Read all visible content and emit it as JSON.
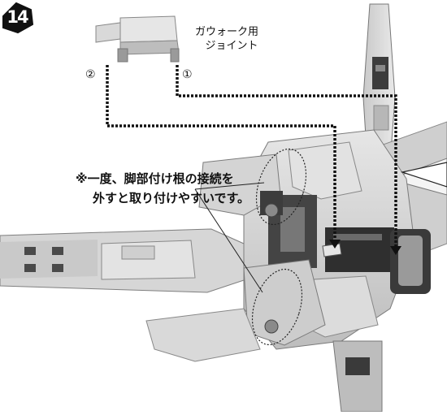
{
  "step": {
    "number": "14"
  },
  "part": {
    "name_line1": "ガウォーク用",
    "name_line2": "ジョイント"
  },
  "markers": {
    "one": "①",
    "two": "②"
  },
  "note": {
    "line1": "※一度、脚部付け根の接続を",
    "line2": "外すと取り付けやすいです。"
  },
  "colors": {
    "ink": "#111111",
    "model_gray": "#d3d3d3",
    "dark_gray": "#555555"
  }
}
